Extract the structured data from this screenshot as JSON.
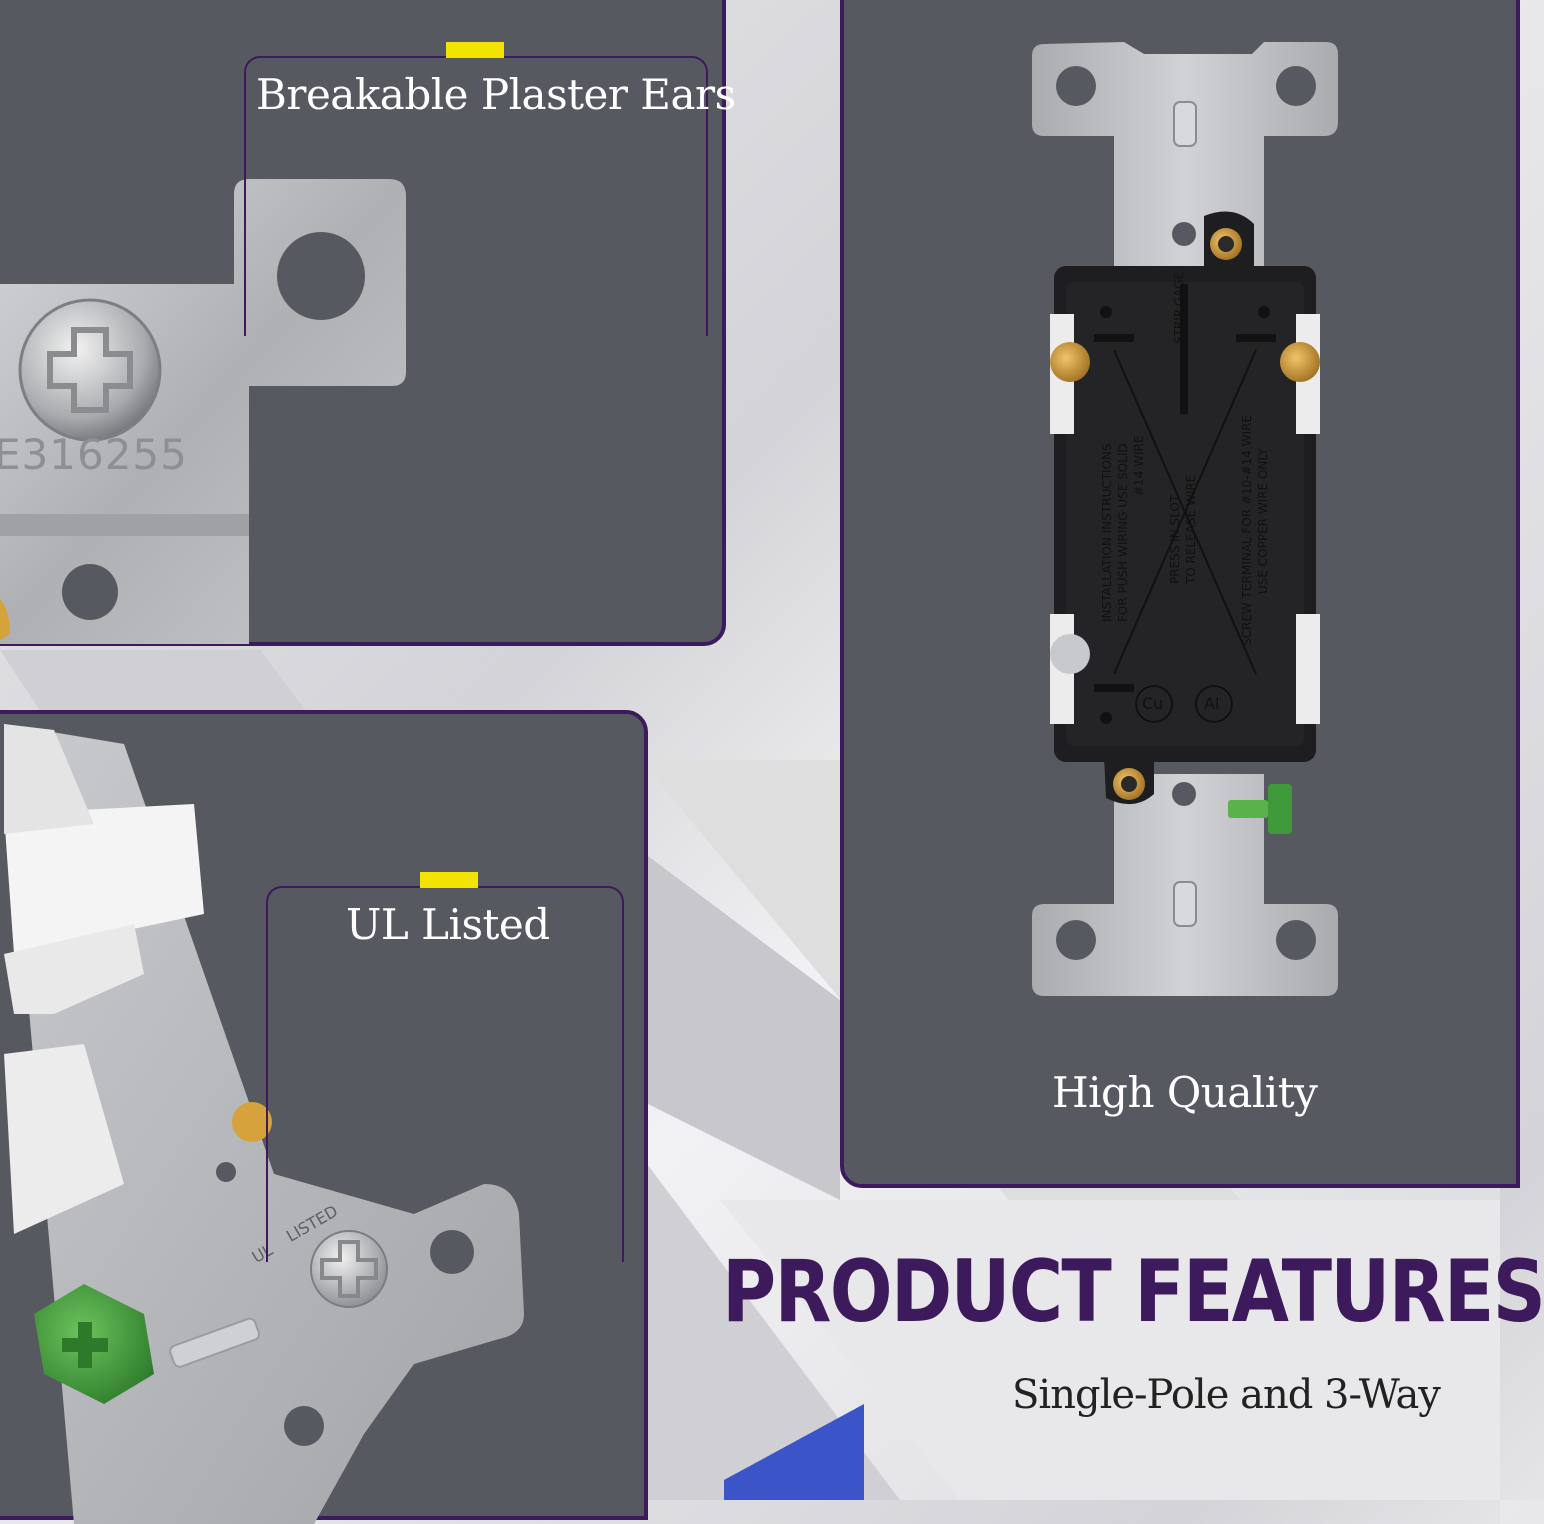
{
  "callouts": {
    "ears": "Breakable Plaster Ears",
    "ul": "UL Listed",
    "quality": "High Quality"
  },
  "features": {
    "title": "PRODUCT FEATURES",
    "subtitle": "Single-Pole and 3-Way"
  },
  "product_markings": {
    "ear_plate_code": "E316255",
    "ul_mark": "UL",
    "ul_listed": "LISTED",
    "strip_gage": "STRIP GAGE",
    "install_1": "INSTALLATION INSTRUCTIONS",
    "install_2": "FOR PUSH WIRING USE SOLID",
    "install_3": "#14 WIRE",
    "press_1": "PRESS IN SLOT",
    "press_2": "TO RELEASE WIRE",
    "screw_1": "SCREW TERMINAL FOR #10-#14 WIRE",
    "screw_2": "USE COPPER WIRE ONLY",
    "cu": "Cu",
    "al": "Al"
  },
  "colors": {
    "panel": "#575961",
    "border": "#3d1a5c",
    "accent_tab": "#f2e300",
    "title": "#3d1a5c",
    "metal": "#b9bbbf",
    "switch_body": "#1e1e20",
    "brass": "#d6a23c",
    "ground_screw": "#3f9a3a",
    "blue_triangle": "#3b54c7"
  }
}
